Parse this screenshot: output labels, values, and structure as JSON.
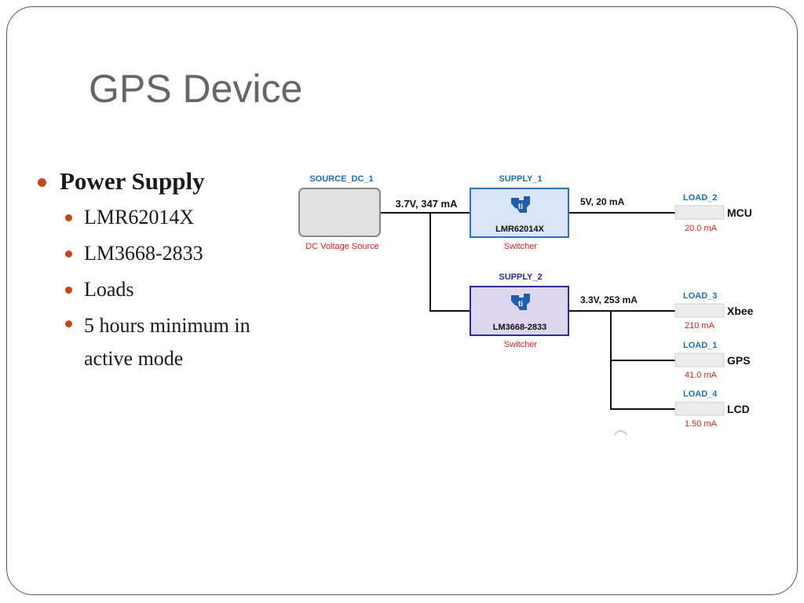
{
  "slide": {
    "title": "GPS Device",
    "bullets": [
      {
        "text": "Power Supply",
        "level": 1
      },
      {
        "text": "LMR62014X",
        "level": 2
      },
      {
        "text": "LM3668-2833",
        "level": 2
      },
      {
        "text": "Loads",
        "level": 2
      },
      {
        "text": "5 hours minimum in active mode",
        "level": 2
      }
    ],
    "bullet_color": "#c5451a"
  },
  "diagram": {
    "source": {
      "id": "SOURCE_DC_1",
      "caption": "DC Voltage Source"
    },
    "supply1": {
      "id": "SUPPLY_1",
      "part": "LMR62014X",
      "caption": "Switcher",
      "input_label": "3.7V, 347 mA",
      "output_label": "5V, 20 mA"
    },
    "supply2": {
      "id": "SUPPLY_2",
      "part": "LM3668-2833",
      "caption": "Switcher",
      "output_label": "3.3V, 253 mA"
    },
    "loads": [
      {
        "id": "LOAD_2",
        "name": "MCU",
        "current": "20.0 mA"
      },
      {
        "id": "LOAD_3",
        "name": "Xbee",
        "current": "210 mA"
      },
      {
        "id": "LOAD_1",
        "name": "GPS",
        "current": "41.0 mA"
      },
      {
        "id": "LOAD_4",
        "name": "LCD",
        "current": "1.50 mA"
      }
    ],
    "colors": {
      "supply1_fill": "#d9e6f7",
      "supply1_border": "#2a72c9",
      "supply2_fill": "#dcd7ee",
      "supply2_border": "#2b2b9e",
      "source_fill": "#e2e2e2",
      "ti_logo": "#1f5fb0",
      "caption_red": "#e02020"
    }
  }
}
